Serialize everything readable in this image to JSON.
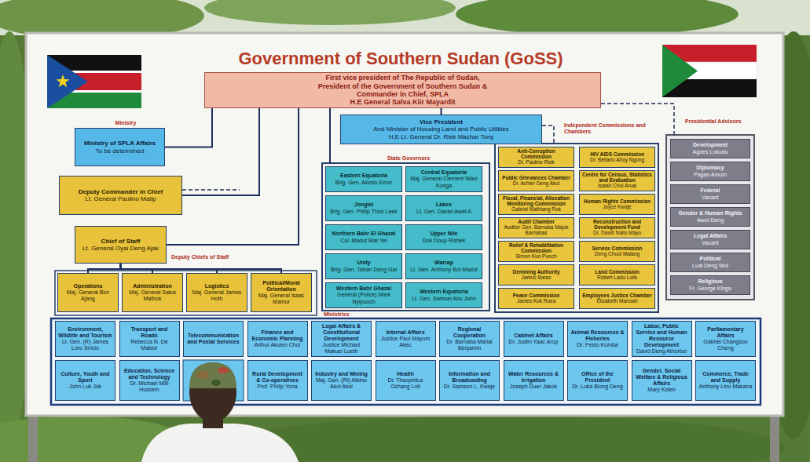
{
  "diagram": {
    "title": "Government of Southern Sudan (GoSS)",
    "nodes": [
      {
        "text": [
          "First vice president of The Republic of Sudan,",
          "President of the Government of Southern Sudan &",
          "Commander in Chief, SPLA",
          "H.E General Salva Kiir Mayardit"
        ]
      },
      {
        "text": [
          "Vice President",
          "And Minister of Housing Land and Public Utilities",
          "H.E Lt. General Dr. Riek Machar Tony"
        ]
      },
      {
        "text": [
          "Ministry of SPLA Affairs",
          "To be determined"
        ]
      },
      {
        "text": [
          "Deputy Commander in Chief",
          "Lt. General Paulino Matip"
        ]
      },
      {
        "text": [
          "Chief of Staff",
          "Lt. General Oyai Deng Ajak"
        ]
      },
      {
        "text": [
          "Operations",
          "Maj. General Bior Ajang"
        ]
      },
      {
        "text": [
          "Administration",
          "Maj. General Salva Mathok"
        ]
      },
      {
        "text": [
          "Logistics",
          "Maj. General James Hoth"
        ]
      },
      {
        "text": [
          "Political/Moral Orientation",
          "Maj. General Isaac Mamur"
        ]
      },
      {
        "text": [
          "Eastern Equatoria",
          "Brig. Gen. Aloisio Emor"
        ]
      },
      {
        "text": [
          "Central Equatoria",
          "Maj. General Clement Wani Konga"
        ]
      },
      {
        "text": [
          "Jonglei",
          "Brig. Gen. Philip Thon Leek"
        ]
      },
      {
        "text": [
          "Lakes",
          "Lt. Gen. Daniel Awet A"
        ]
      },
      {
        "text": [
          "Northern Bahr El Ghazal",
          "Col. Madut Biar Yel"
        ]
      },
      {
        "text": [
          "Upper Nile",
          "Dok Doup Rishek"
        ]
      },
      {
        "text": [
          "Unity",
          "Brig. Gen. Taban Deng Gai"
        ]
      },
      {
        "text": [
          "Warrap",
          "Lt. Gen. Anthony Bol Madut"
        ]
      },
      {
        "text": [
          "Western Bahr Ghazal",
          "General (Police) Mark Nyipuoch"
        ]
      },
      {
        "text": [
          "Western Equatoria",
          "Lt. Gen. Samuel Abu John"
        ]
      },
      {
        "text": [
          "Anti-Corruption Commission",
          "Dr. Pauline Riek"
        ]
      },
      {
        "text": [
          "HIV AIDS Commission",
          "Dr. Bellario Ahoy Ngong"
        ]
      },
      {
        "text": [
          "Public Grievances Chamber",
          "Dr. Achier Deng Akol"
        ]
      },
      {
        "text": [
          "Centre for Census, Statistics and Evaluation",
          "Isaiah Chol Aruai"
        ]
      },
      {
        "text": [
          "Fiscal, Financial, Allocation Monitoring Commission",
          "Gabriel Mathiang Rok"
        ]
      },
      {
        "text": [
          "Human Rights Commission",
          "Joyce Kwaje"
        ]
      },
      {
        "text": [
          "Audit Chamber",
          "Auditor Gen. Barnaba Majok Barnabas"
        ]
      },
      {
        "text": [
          "Reconstruction and Development Fund",
          "Dr. David Nailo Mayo"
        ]
      },
      {
        "text": [
          "Relief & Rehabilitation Commission",
          "Simon Kun Puoch"
        ]
      },
      {
        "text": [
          "Service Commission",
          "Deng Chuol Malang"
        ]
      },
      {
        "text": [
          "Demining Authority",
          "Jarkuc Barac"
        ]
      },
      {
        "text": [
          "Land Commission",
          "Robert Lado Lolik"
        ]
      },
      {
        "text": [
          "Peace Commission",
          "James Kok Ruea"
        ]
      },
      {
        "text": [
          "Employees Justice Chamber",
          "Elizabeth Manoah"
        ]
      },
      {
        "text": [
          "Development",
          "Agnes Lokudu"
        ]
      },
      {
        "text": [
          "Diplomacy",
          "Pagan Amum"
        ]
      },
      {
        "text": [
          "Federal",
          "Vacant"
        ]
      },
      {
        "text": [
          "Gender & Human Rights",
          "Awut Deng"
        ]
      },
      {
        "text": [
          "Legal Affairs",
          "Vacant"
        ]
      },
      {
        "text": [
          "Political",
          "Lual Deng Wol"
        ]
      },
      {
        "text": [
          "Religious",
          "Fr. George Kinga"
        ]
      },
      {
        "text": [
          "Environment, Wildlife and Tourism",
          "Lt. Gen. (R) James Loro Sirisio"
        ]
      },
      {
        "text": [
          "Transport and Roads",
          "Rebecca N. De Mabior"
        ]
      },
      {
        "text": [
          "Telecommunication and Postal Services"
        ]
      },
      {
        "text": [
          "Finance and Economic Planning",
          "Arthur Akuien Chol"
        ]
      },
      {
        "text": [
          "Legal Affairs & Constitutional Development",
          "Justice Michael Makuei Lueth"
        ]
      },
      {
        "text": [
          "Internal Affairs",
          "Justice Paul Mayom Akec"
        ]
      },
      {
        "text": [
          "Regional Cooperation",
          "Dr. Barnaba Marial Benjamin"
        ]
      },
      {
        "text": [
          "Cabinet Affairs",
          "Dr. Justin Yaac Arop"
        ]
      },
      {
        "text": [
          "Animal Resources & Fisheries",
          "Dr. Festo Kumba"
        ]
      },
      {
        "text": [
          "Labor, Public Service and Human Resource Development",
          "David Deng Athorbei"
        ]
      },
      {
        "text": [
          "Parliamentary Affairs",
          "Gabriel Changson Cheng"
        ]
      },
      {
        "text": [
          "Culture, Youth and Sport",
          "John Luk Jok"
        ]
      },
      {
        "text": [
          "Education, Science and Technology",
          "Dr. Michael Milli Hussein"
        ]
      },
      {
        "text": [
          "Rural Development & Co-operatives",
          "Prof. Philip Yona"
        ]
      },
      {
        "text": [
          "Industry and Mining",
          "Maj. Gen. (Rt) Albino Akol Akol"
        ]
      },
      {
        "text": [
          "Health",
          "Dr. Theophilus Ochang Loti"
        ]
      },
      {
        "text": [
          "Information and Broadcasting",
          "Dr. Samson L. Kwaje"
        ]
      },
      {
        "text": [
          "Water Resources & Irrigation",
          "Joseph Duer Jakok"
        ]
      },
      {
        "text": [
          "Office of the President",
          "Dr. Luka Biong Deng"
        ]
      },
      {
        "text": [
          "Gender, Social Welfare & Religious Affairs",
          "Mary Kiden"
        ]
      },
      {
        "text": [
          "Commerce, Trade and Supply",
          "Anthony Lino Makana"
        ]
      }
    ],
    "edges": [
      {
        "from": 0,
        "to": 1,
        "arrow": "none"
      },
      {
        "from": 0,
        "to": 2,
        "arrow": "none"
      },
      {
        "from": 0,
        "to": 3,
        "arrow": "none"
      },
      {
        "from": 0,
        "to": 4,
        "arrow": "none"
      },
      {
        "from": 4,
        "to": 5,
        "arrow": "none"
      },
      {
        "from": 4,
        "to": 6,
        "arrow": "none"
      },
      {
        "from": 4,
        "to": 7,
        "arrow": "none"
      },
      {
        "from": 4,
        "to": 8,
        "arrow": "none"
      }
    ],
    "labels": [
      "Ministry",
      "Deputy Chiefs of Staff",
      "State Governors",
      "Independent Commissions and Chambers",
      "Presidential Advisors",
      "Ministries"
    ]
  }
}
